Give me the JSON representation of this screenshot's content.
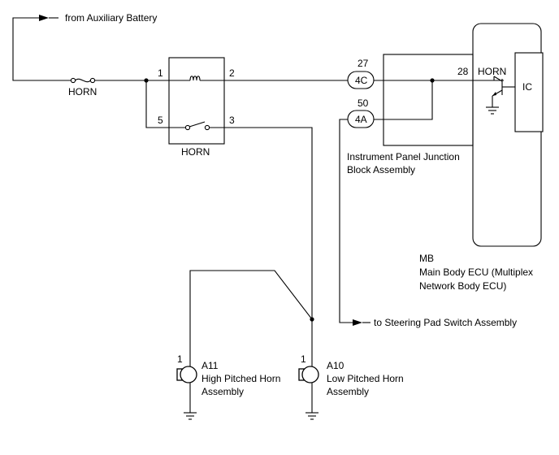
{
  "labels": {
    "from_aux_battery": "from Auxiliary Battery",
    "fuse": "HORN",
    "relay": "HORN",
    "relay_pin1": "1",
    "relay_pin2": "2",
    "relay_pin5": "5",
    "relay_pin3": "3",
    "pin27": "27",
    "conn_4c": "4C",
    "pin50": "50",
    "conn_4a": "4A",
    "pin28": "28",
    "horn_ecu": "HORN",
    "ic": "IC",
    "junction_line1": "Instrument Panel Junction",
    "junction_line2": "Block Assembly",
    "mb_code": "MB",
    "mb_line1": "Main Body ECU (Multiplex",
    "mb_line2": "Network Body ECU)",
    "to_steering": "to Steering Pad Switch Assembly",
    "a11_pin": "1",
    "a11_code": "A11",
    "a11_line1": "High Pitched Horn",
    "a11_line2": "Assembly",
    "a10_pin": "1",
    "a10_code": "A10",
    "a10_line1": "Low Pitched Horn",
    "a10_line2": "Assembly"
  }
}
